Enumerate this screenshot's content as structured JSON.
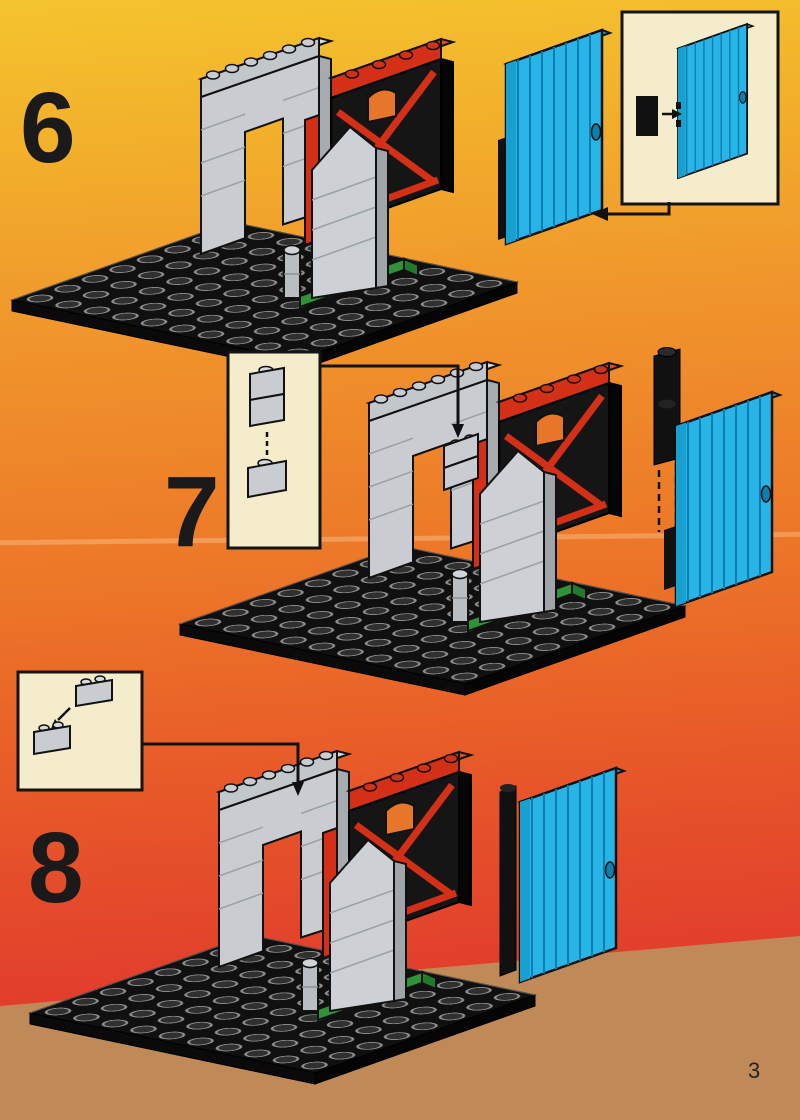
{
  "page": {
    "number": "3"
  },
  "steps": [
    {
      "label": "6"
    },
    {
      "label": "7"
    },
    {
      "label": "8"
    }
  ],
  "icons": {
    "placement_arrow": "black-bent-arrow",
    "hinge_arrow": "black-right-arrow",
    "stacking_guide": "dashed-line"
  },
  "palette": {
    "background_top": "#f4c42e",
    "background_orange": "#ec7428",
    "background_red": "#e2402c",
    "ground_tan": "#bf8a57",
    "door_blue": "#28b4e6",
    "brick_red": "#d43018",
    "brick_gray": "#c9cdd1",
    "plate_black": "#101010",
    "green_plate": "#43b14b",
    "inset_cream": "#f4ecca"
  }
}
